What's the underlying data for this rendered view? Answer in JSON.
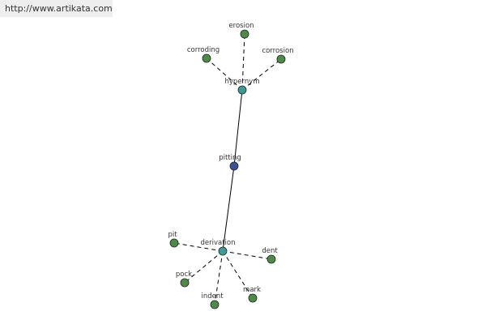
{
  "banner": {
    "url": "http://www.artikata.com"
  },
  "colors": {
    "leaf": "#4f8a4a",
    "hub": "#3f9a97",
    "center": "#3d4f96",
    "edge": "#000000"
  },
  "graph": {
    "nodes": [
      {
        "id": "pitting",
        "label": "pitting",
        "kind": "center"
      },
      {
        "id": "hypernym",
        "label": "hypernym",
        "kind": "hub"
      },
      {
        "id": "derivation",
        "label": "derivation",
        "kind": "hub"
      },
      {
        "id": "erosion",
        "label": "erosion",
        "kind": "leaf"
      },
      {
        "id": "corroding",
        "label": "corroding",
        "kind": "leaf"
      },
      {
        "id": "corrosion",
        "label": "corrosion",
        "kind": "leaf"
      },
      {
        "id": "pit",
        "label": "pit",
        "kind": "leaf"
      },
      {
        "id": "dent",
        "label": "dent",
        "kind": "leaf"
      },
      {
        "id": "pock",
        "label": "pock",
        "kind": "leaf"
      },
      {
        "id": "indent",
        "label": "indent",
        "kind": "leaf"
      },
      {
        "id": "mark",
        "label": "mark",
        "kind": "leaf"
      }
    ],
    "edges": [
      {
        "from": "pitting",
        "to": "hypernym",
        "style": "solid"
      },
      {
        "from": "pitting",
        "to": "derivation",
        "style": "solid"
      },
      {
        "from": "hypernym",
        "to": "erosion",
        "style": "dashed"
      },
      {
        "from": "hypernym",
        "to": "corroding",
        "style": "dashed"
      },
      {
        "from": "hypernym",
        "to": "corrosion",
        "style": "dashed"
      },
      {
        "from": "derivation",
        "to": "pit",
        "style": "dashed"
      },
      {
        "from": "derivation",
        "to": "dent",
        "style": "dashed"
      },
      {
        "from": "derivation",
        "to": "pock",
        "style": "dashed"
      },
      {
        "from": "derivation",
        "to": "indent",
        "style": "dashed"
      },
      {
        "from": "derivation",
        "to": "mark",
        "style": "dashed"
      }
    ]
  }
}
